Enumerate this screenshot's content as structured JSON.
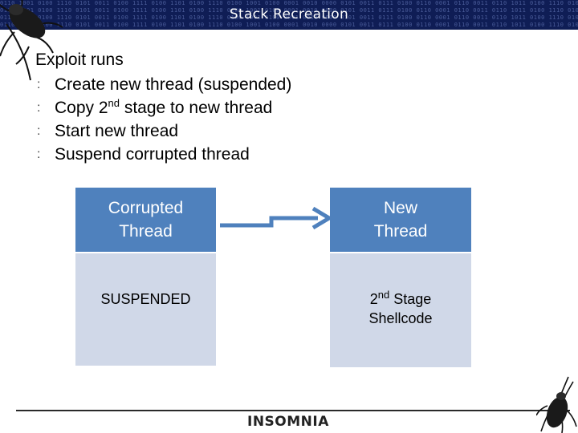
{
  "slide": {
    "title": "Stack Recreation",
    "heading": "Exploit runs",
    "bullet_marker": ":",
    "bullets": [
      {
        "pre": "Create new thread (suspended)",
        "sup": "",
        "post": ""
      },
      {
        "pre": "Copy 2",
        "sup": "nd",
        "post": " stage to new thread"
      },
      {
        "pre": "Start new thread",
        "sup": "",
        "post": ""
      },
      {
        "pre": "Suspend corrupted thread",
        "sup": "",
        "post": ""
      }
    ]
  },
  "diagram": {
    "left_box": {
      "head_line1": "Corrupted",
      "head_line2": "Thread",
      "body": "SUSPENDED"
    },
    "right_box": {
      "head_line1": "New",
      "head_line2": "Thread",
      "body_pre": "2",
      "body_sup": "nd",
      "body_post": " Stage",
      "body_line2": "Shellcode"
    }
  },
  "footer": {
    "logo": "INSOMNIA"
  },
  "background_binary": "0110 1001 0100 1110 0101 0011 0100 1111 0100 1101 0100 1110 0100 1001 0100 0001 0010 0000 0101 0011 0111 0100 0110 0001 0110 0011 0110 1011 0100 1110 0101 0011 0100 1111 0100 1101 0100 1110 0100 1001 0100 0001 0010 0000 0101 0011 0111 0100 0110 0001 0110 0011",
  "colors": {
    "title_bar": "#0f1d55",
    "box_head": "#4f81bd",
    "box_body": "#d0d8e8",
    "arrow": "#4f81bd"
  },
  "icons": [
    "cockroach-icon",
    "cockroach-icon",
    "arrow-icon"
  ]
}
